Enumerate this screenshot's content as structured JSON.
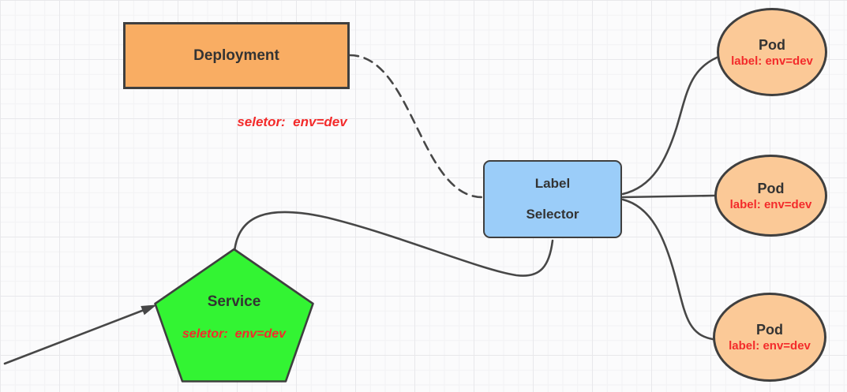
{
  "colors": {
    "deployment_fill": "#f9ad63",
    "selector_fill": "#9bcdf9",
    "service_fill": "#33f433",
    "pod_fill": "#fbc997",
    "shape_border": "#3f3f3f",
    "edge": "#474747",
    "text_dark": "#333333",
    "text_red": "#f32b2b",
    "grid_minor": "#f2f2f4",
    "grid_major": "#e8e8eb"
  },
  "nodes": {
    "deployment": {
      "label": "Deployment",
      "annotation": "seletor:  env=dev"
    },
    "label_selector": {
      "line1": "Label",
      "line2": "Selector"
    },
    "service": {
      "label": "Service",
      "annotation": "seletor:  env=dev"
    },
    "pods": [
      {
        "title": "Pod",
        "label": "label: env=dev"
      },
      {
        "title": "Pod",
        "label": "label: env=dev"
      },
      {
        "title": "Pod",
        "label": "label: env=dev"
      }
    ]
  }
}
